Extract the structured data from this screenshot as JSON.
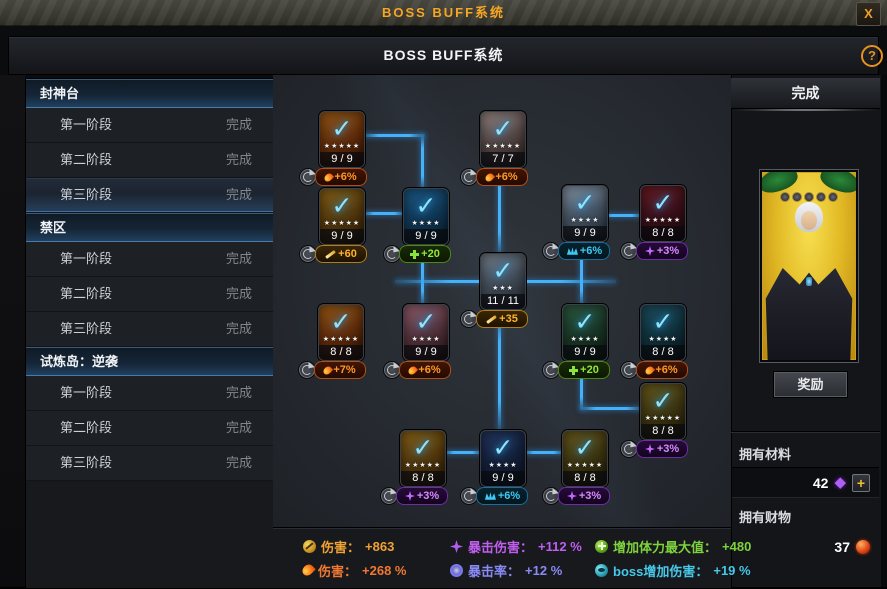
{
  "window": {
    "title": "BOSS BUFF系统",
    "close_label": "X"
  },
  "header": {
    "title": "BOSS BUFF系统",
    "help_label": "?"
  },
  "icons": {
    "check": "✓",
    "gem": "◆",
    "plus": "+"
  },
  "colors": {
    "accent_gold": "#f5a623",
    "line_blue": "#46b0f8",
    "fire_buff": "#ff9828",
    "attack_buff": "#ffb32a",
    "vitality_buff": "#90e83e",
    "crit_buff": "#3ecaf4",
    "sparkle_buff": "#d88aff"
  },
  "sidebar": {
    "sections": [
      {
        "title": "封神台",
        "items": [
          {
            "label": "第一阶段",
            "status": "完成"
          },
          {
            "label": "第二阶段",
            "status": "完成"
          },
          {
            "label": "第三阶段",
            "status": "完成"
          }
        ]
      },
      {
        "title": "禁区",
        "items": [
          {
            "label": "第一阶段",
            "status": "完成"
          },
          {
            "label": "第二阶段",
            "status": "完成"
          },
          {
            "label": "第三阶段",
            "status": "完成"
          }
        ]
      },
      {
        "title": "试炼岛：逆袭",
        "items": [
          {
            "label": "第一阶段",
            "status": "完成"
          },
          {
            "label": "第二阶段",
            "status": "完成"
          },
          {
            "label": "第三阶段",
            "status": "完成"
          }
        ]
      }
    ]
  },
  "tree": {
    "nodes": [
      {
        "count": "9 / 9",
        "stars": "★★★★★",
        "buff": "+6%",
        "type": "fire",
        "icon": "flame-icon"
      },
      {
        "count": "7 / 7",
        "stars": "★★★★★",
        "buff": "+6%",
        "type": "fire",
        "icon": "flame-icon"
      },
      {
        "count": "9 / 9",
        "stars": "★★★★★",
        "buff": "+60",
        "type": "attack",
        "icon": "sword-icon"
      },
      {
        "count": "9 / 9",
        "stars": "★★★★",
        "buff": "+20",
        "type": "vitality",
        "icon": "plus-icon"
      },
      {
        "count": "9 / 9",
        "stars": "★★★★",
        "buff": "+6%",
        "type": "crit",
        "icon": "crit-icon"
      },
      {
        "count": "8 / 8",
        "stars": "★★★★★",
        "buff": "+3%",
        "type": "sparkle",
        "icon": "sparkle-icon"
      },
      {
        "count": "11 / 11",
        "stars": "★★★",
        "buff": "+35",
        "type": "attack",
        "icon": "sword-icon"
      },
      {
        "count": "8 / 8",
        "stars": "★★★★★",
        "buff": "+7%",
        "type": "fire",
        "icon": "flame-icon"
      },
      {
        "count": "9 / 9",
        "stars": "★★★★",
        "buff": "+6%",
        "type": "fire",
        "icon": "flame-icon"
      },
      {
        "count": "9 / 9",
        "stars": "★★★★",
        "buff": "+20",
        "type": "vitality",
        "icon": "plus-icon"
      },
      {
        "count": "8 / 8",
        "stars": "★★★★",
        "buff": "+6%",
        "type": "fire",
        "icon": "flame-icon"
      },
      {
        "count": "8 / 8",
        "stars": "★★★★★",
        "buff": "+3%",
        "type": "sparkle",
        "icon": "sparkle-icon"
      },
      {
        "count": "8 / 8",
        "stars": "★★★★★",
        "buff": "+3%",
        "type": "sparkle",
        "icon": "sparkle-icon"
      },
      {
        "count": "9 / 9",
        "stars": "★★★★",
        "buff": "+6%",
        "type": "crit",
        "icon": "crit-icon"
      },
      {
        "count": "8 / 8",
        "stars": "★★★★★",
        "buff": "+3%",
        "type": "sparkle",
        "icon": "sparkle-icon"
      }
    ]
  },
  "stats": {
    "rows": [
      [
        {
          "label": "伤害",
          "value": "+863"
        },
        {
          "label": "暴击伤害",
          "value": "+112 %"
        },
        {
          "label": "增加体力最大值",
          "value": "+480"
        }
      ],
      [
        {
          "label": "伤害",
          "value": "+268 %"
        },
        {
          "label": "暴击率",
          "value": "+12 %"
        },
        {
          "label": "boss增加伤害",
          "value": "+19 %"
        }
      ]
    ]
  },
  "right_panel": {
    "status": "完成",
    "reward_button": "奖励",
    "materials_label": "拥有材料",
    "materials_count": "42",
    "assets_label": "拥有财物",
    "assets_count": "37"
  }
}
